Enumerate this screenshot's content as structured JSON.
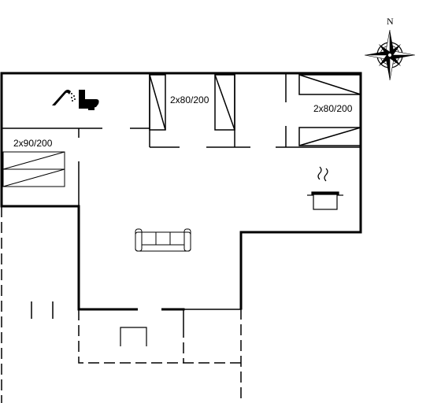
{
  "compass": {
    "north_label": "N",
    "icon": "compass-rose-icon"
  },
  "rooms": {
    "bathroom": {
      "icons": [
        "shower-icon",
        "toilet-icon"
      ]
    },
    "bedroom_left": {
      "bed_label": "2x90/200"
    },
    "bedroom_middle": {
      "bed_label": "2x80/200"
    },
    "bedroom_right": {
      "bed_label": "2x80/200"
    },
    "kitchen": {
      "icons": [
        "cooking-pot-icon"
      ]
    },
    "living_room": {
      "icons": [
        "sofa-icon"
      ]
    },
    "entrance": {
      "icons": [
        "fireplace-icon"
      ]
    },
    "terrace": {
      "icons": [
        "garden-chair-icon"
      ]
    }
  },
  "colors": {
    "wall": "#000000",
    "background": "#ffffff"
  }
}
